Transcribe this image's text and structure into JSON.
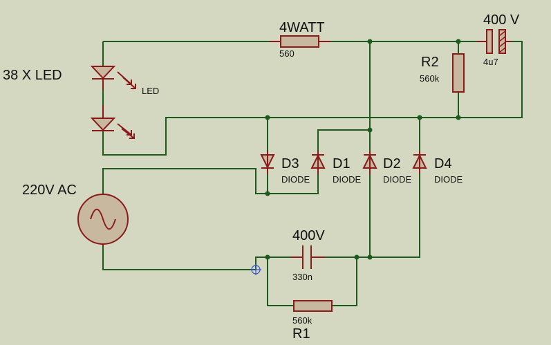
{
  "labels": {
    "led_array": "38 X LED",
    "led": "LED",
    "r_top_power": "4WATT",
    "r_top_value": "560",
    "cap_top_voltage": "400 V",
    "cap_top_value": "4u7",
    "r2_name": "R2",
    "r2_value": "560k",
    "d3_name": "D3",
    "d1_name": "D1",
    "d2_name": "D2",
    "d4_name": "D4",
    "diode_type": "DIODE",
    "source": "220V AC",
    "cap_bottom_voltage": "400V",
    "cap_bottom_value": "330n",
    "r1_value": "560k",
    "r1_name": "R1"
  },
  "colors": {
    "background": "#d4d8c0",
    "wire": "#1e5a1e",
    "component": "#8a1a1a",
    "component_fill": "#c8b8a0"
  }
}
